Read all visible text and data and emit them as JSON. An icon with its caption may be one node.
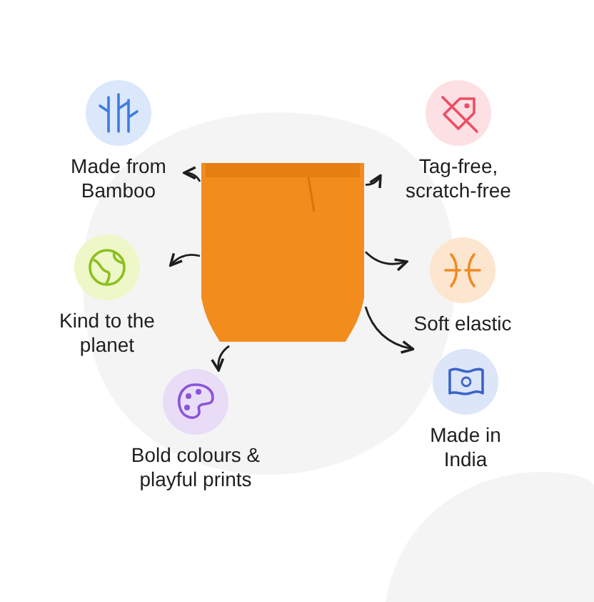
{
  "diagram": {
    "nodes": [
      {
        "text": [],
        "shape": "picture"
      },
      {
        "text": [
          "Made from Bamboo"
        ]
      },
      {
        "text": [
          "Kind to the planet"
        ]
      },
      {
        "text": [
          "Bold colours & playful prints"
        ]
      },
      {
        "text": [
          "Tag-free, scratch-free"
        ]
      },
      {
        "text": [
          "Soft elastic"
        ]
      },
      {
        "text": [
          "Made in India"
        ]
      }
    ],
    "edges": [
      {
        "from": 0,
        "to": 1,
        "arrow": "to"
      },
      {
        "from": 0,
        "to": 2,
        "arrow": "to"
      },
      {
        "from": 0,
        "to": 3,
        "arrow": "to"
      },
      {
        "from": 0,
        "to": 4,
        "arrow": "to"
      },
      {
        "from": 0,
        "to": 5,
        "arrow": "to"
      },
      {
        "from": 0,
        "to": 6,
        "arrow": "to"
      }
    ]
  }
}
